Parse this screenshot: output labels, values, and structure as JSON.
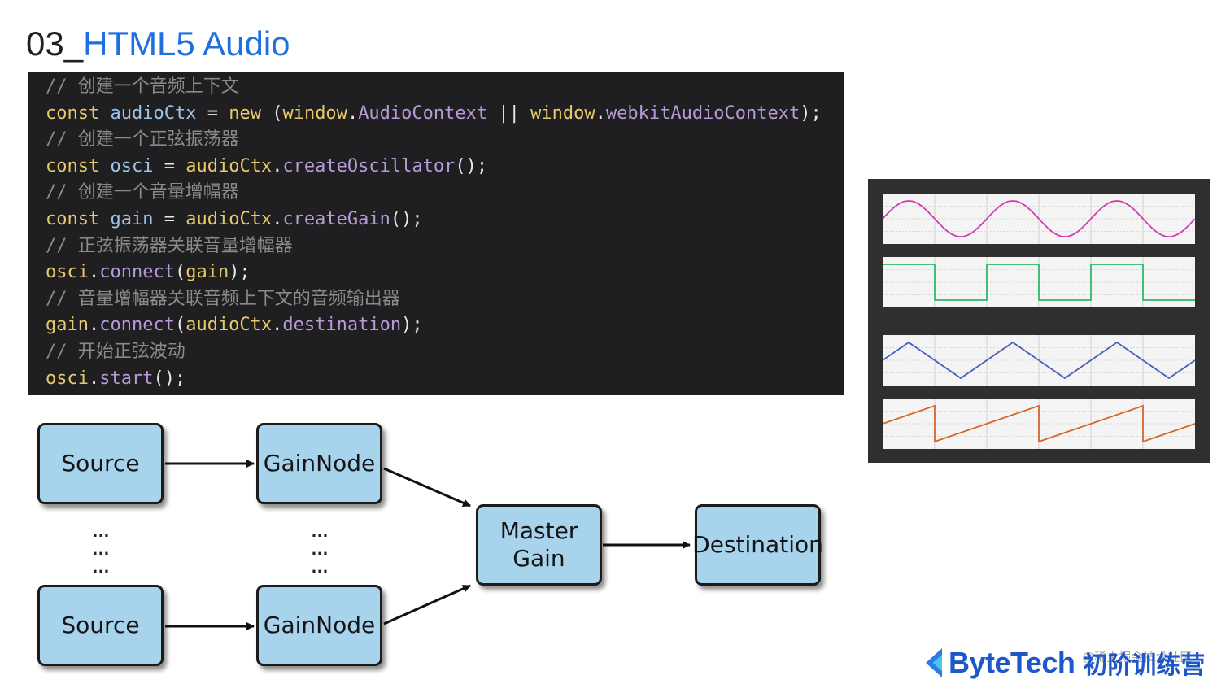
{
  "title": {
    "number": "03_",
    "name": "HTML5 Audio"
  },
  "code": {
    "lines": [
      {
        "tokens": [
          {
            "t": "// 创建一个音频上下文",
            "c": "com"
          }
        ]
      },
      {
        "tokens": [
          {
            "t": "const ",
            "c": "kw"
          },
          {
            "t": "audioCtx",
            "c": "var"
          },
          {
            "t": " = ",
            "c": "pn"
          },
          {
            "t": "new",
            "c": "kw"
          },
          {
            "t": " (",
            "c": "pn"
          },
          {
            "t": "window",
            "c": "kw"
          },
          {
            "t": ".",
            "c": "pn"
          },
          {
            "t": "AudioContext",
            "c": "fn"
          },
          {
            "t": " || ",
            "c": "pn"
          },
          {
            "t": "window",
            "c": "kw"
          },
          {
            "t": ".",
            "c": "pn"
          },
          {
            "t": "webkitAudioContext",
            "c": "fn"
          },
          {
            "t": ");",
            "c": "pn"
          }
        ]
      },
      {
        "tokens": [
          {
            "t": "// 创建一个正弦振荡器",
            "c": "com"
          }
        ]
      },
      {
        "tokens": [
          {
            "t": "const ",
            "c": "kw"
          },
          {
            "t": "osci",
            "c": "var"
          },
          {
            "t": " = ",
            "c": "pn"
          },
          {
            "t": "audioCtx",
            "c": "kw"
          },
          {
            "t": ".",
            "c": "pn"
          },
          {
            "t": "createOscillator",
            "c": "fn"
          },
          {
            "t": "();",
            "c": "pn"
          }
        ]
      },
      {
        "tokens": [
          {
            "t": "// 创建一个音量增幅器",
            "c": "com"
          }
        ]
      },
      {
        "tokens": [
          {
            "t": "const ",
            "c": "kw"
          },
          {
            "t": "gain",
            "c": "var"
          },
          {
            "t": " = ",
            "c": "pn"
          },
          {
            "t": "audioCtx",
            "c": "kw"
          },
          {
            "t": ".",
            "c": "pn"
          },
          {
            "t": "createGain",
            "c": "fn"
          },
          {
            "t": "();",
            "c": "pn"
          }
        ]
      },
      {
        "tokens": [
          {
            "t": "// 正弦振荡器关联音量增幅器",
            "c": "com"
          }
        ]
      },
      {
        "tokens": [
          {
            "t": "osci",
            "c": "kw"
          },
          {
            "t": ".",
            "c": "pn"
          },
          {
            "t": "connect",
            "c": "fn"
          },
          {
            "t": "(",
            "c": "pn"
          },
          {
            "t": "gain",
            "c": "kw"
          },
          {
            "t": ");",
            "c": "pn"
          }
        ]
      },
      {
        "tokens": [
          {
            "t": "// 音量增幅器关联音频上下文的音频输出器",
            "c": "com"
          }
        ]
      },
      {
        "tokens": [
          {
            "t": "gain",
            "c": "kw"
          },
          {
            "t": ".",
            "c": "pn"
          },
          {
            "t": "connect",
            "c": "fn"
          },
          {
            "t": "(",
            "c": "pn"
          },
          {
            "t": "audioCtx",
            "c": "kw"
          },
          {
            "t": ".",
            "c": "pn"
          },
          {
            "t": "destination",
            "c": "fn"
          },
          {
            "t": ");",
            "c": "pn"
          }
        ]
      },
      {
        "tokens": [
          {
            "t": "// 开始正弦波动",
            "c": "com"
          }
        ]
      },
      {
        "tokens": [
          {
            "t": "osci",
            "c": "kw"
          },
          {
            "t": ".",
            "c": "pn"
          },
          {
            "t": "start",
            "c": "fn"
          },
          {
            "t": "();",
            "c": "pn"
          }
        ]
      }
    ]
  },
  "waveforms": [
    {
      "type": "sine",
      "color": "#d23cb0"
    },
    {
      "type": "square",
      "color": "#2fb86a"
    },
    {
      "type": "triangle",
      "color": "#4a5fb8"
    },
    {
      "type": "sawtooth",
      "color": "#d8642a"
    }
  ],
  "diagram": {
    "source_top": "Source",
    "gain_top": "GainNode",
    "source_bottom": "Source",
    "gain_bottom": "GainNode",
    "master_line1": "Master",
    "master_line2": "Gain",
    "destination": "Destination",
    "ellipsis": "…"
  },
  "brand": {
    "name": "ByteTech",
    "program": "初阶训练营"
  },
  "watermark": "@稀土掘金技术社区",
  "colors": {
    "title_accent": "#1f6fe0",
    "node_fill": "#a8d3ec",
    "brand": "#1e57c8",
    "code_bg": "#1f1f21"
  }
}
